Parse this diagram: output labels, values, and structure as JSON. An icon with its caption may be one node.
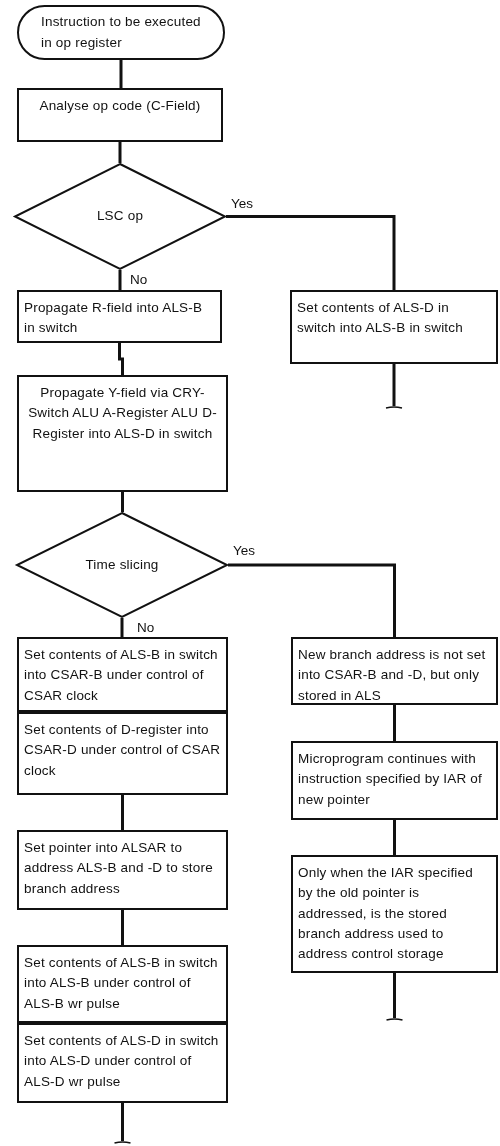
{
  "diagram": {
    "nodes": [
      {
        "text": [
          "Instruction to be executed in op register"
        ]
      },
      {
        "text": [
          "Analyse op code (C-Field)"
        ]
      },
      {
        "text": [
          "LSC op"
        ]
      },
      {
        "text": [
          "Propagate R-field into ALS-B in switch"
        ]
      },
      {
        "text": [
          "Set contents of ALS-D in switch into ALS-B in switch"
        ]
      },
      {
        "text": [
          "Propagate Y-field via CRY-Switch ALU A-Register ALU D-Register into ALS-D in switch"
        ]
      },
      {
        "text": [
          "Time slicing"
        ]
      },
      {
        "text": [
          "Set contents of ALS-B in switch into CSAR-B under control of CSAR clock"
        ]
      },
      {
        "text": [
          "New branch address is not set into CSAR-B and -D, but only stored in ALS"
        ]
      },
      {
        "text": [
          "Set contents of D-register into CSAR-D under control of CSAR clock"
        ]
      },
      {
        "text": [
          "Microprogram continues with instruction specified by IAR of new pointer"
        ]
      },
      {
        "text": [
          "Set pointer into ALSAR to address ALS-B and -D to store branch address"
        ]
      },
      {
        "text": [
          "Only when the IAR specified by the old pointer is addressed, is the stored branch address used to address control storage"
        ]
      },
      {
        "text": [
          "Set contents of ALS-B in switch into ALS-B under control of ALS-B wr pulse"
        ]
      },
      {
        "text": [
          "Set contents of ALS-D in switch into ALS-D under control of ALS-D wr pulse"
        ]
      }
    ],
    "edges": [
      {
        "from": 0,
        "to": 1,
        "arrow": "none"
      },
      {
        "from": 1,
        "to": 2,
        "arrow": "none"
      },
      {
        "from": 2,
        "to": 3,
        "arrow": "none",
        "label": "No"
      },
      {
        "from": 2,
        "to": 4,
        "arrow": "none",
        "label": "Yes"
      },
      {
        "from": 4,
        "to": null,
        "arrow": "other"
      },
      {
        "from": 3,
        "to": 5,
        "arrow": "none"
      },
      {
        "from": 5,
        "to": 6,
        "arrow": "none"
      },
      {
        "from": 6,
        "to": 7,
        "arrow": "none",
        "label": "No"
      },
      {
        "from": 6,
        "to": 8,
        "arrow": "none",
        "label": "Yes"
      },
      {
        "from": 8,
        "to": 10,
        "arrow": "none"
      },
      {
        "from": 10,
        "to": 12,
        "arrow": "none"
      },
      {
        "from": 12,
        "to": null,
        "arrow": "other"
      },
      {
        "from": 9,
        "to": 11,
        "arrow": "none"
      },
      {
        "from": 11,
        "to": 13,
        "arrow": "none"
      },
      {
        "from": 14,
        "to": null,
        "arrow": "other"
      }
    ]
  }
}
